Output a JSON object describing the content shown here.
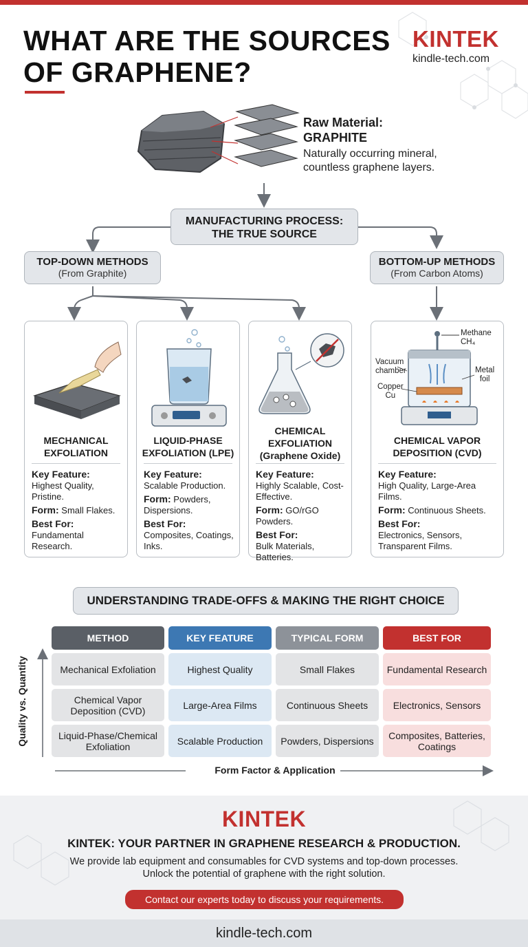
{
  "header": {
    "title": "WHAT ARE THE SOURCES OF GRAPHENE?",
    "brand": "KINTEK",
    "brand_url": "kindle-tech.com"
  },
  "raw_material": {
    "title_line1": "Raw Material:",
    "title_line2": "GRAPHITE",
    "desc": "Naturally occurring mineral, countless graphene layers."
  },
  "process": {
    "line1": "MANUFACTURING PROCESS:",
    "line2": "THE TRUE SOURCE"
  },
  "top_down": {
    "title": "TOP-DOWN METHODS",
    "sub": "(From Graphite)"
  },
  "bottom_up": {
    "title": "BOTTOM-UP METHODS",
    "sub": "(From Carbon Atoms)"
  },
  "methods": [
    {
      "title_l1": "MECHANICAL",
      "title_l2": "EXFOLIATION",
      "title_l3": "",
      "key_label": "Key Feature:",
      "key": "Highest Quality, Pristine.",
      "form_label": "Form:",
      "form": "Small Flakes.",
      "best_label": "Best For:",
      "best": "Fundamental Research."
    },
    {
      "title_l1": "LIQUID-PHASE",
      "title_l2": "EXFOLIATION (LPE)",
      "title_l3": "",
      "key_label": "Key Feature:",
      "key": "Scalable Production.",
      "form_label": "Form:",
      "form": "Powders, Dispersions.",
      "best_label": "Best For:",
      "best": "Composites, Coatings, Inks."
    },
    {
      "title_l1": "CHEMICAL",
      "title_l2": "EXFOLIATION",
      "title_l3": "(Graphene Oxide)",
      "key_label": "Key Feature:",
      "key": "Highly Scalable, Cost-Effective.",
      "form_label": "Form:",
      "form": "GO/rGO Powders.",
      "best_label": "Best For:",
      "best": "Bulk Materials, Batteries."
    },
    {
      "title_l1": "CHEMICAL VAPOR",
      "title_l2": "DEPOSITION (CVD)",
      "title_l3": "",
      "key_label": "Key Feature:",
      "key": "High Quality, Large-Area Films.",
      "form_label": "Form:",
      "form": "Continuous Sheets.",
      "best_label": "Best For:",
      "best": "Electronics, Sensors, Transparent Films."
    }
  ],
  "cvd_labels": {
    "methane": "Methane",
    "ch4": "CH₄",
    "vacuum": "Vacuum",
    "chamber": "chamber",
    "metal": "Metal",
    "foil": "foil",
    "copper": "Copper",
    "cu": "Cu"
  },
  "tradeoffs": {
    "title": "UNDERSTANDING TRADE-OFFS & MAKING THE RIGHT CHOICE",
    "headers": [
      "METHOD",
      "KEY FEATURE",
      "TYPICAL FORM",
      "BEST FOR"
    ],
    "header_colors": [
      "#5a5f66",
      "#3d78b3",
      "#8d9299",
      "#c2312f"
    ],
    "rows": [
      [
        "Mechanical Exfoliation",
        "Highest Quality",
        "Small Flakes",
        "Fundamental Research"
      ],
      [
        "Chemical Vapor Deposition (CVD)",
        "Large-Area Films",
        "Continuous Sheets",
        "Electronics, Sensors"
      ],
      [
        "Liquid-Phase/Chemical Exfoliation",
        "Scalable Production",
        "Powders, Dispersions",
        "Composites, Batteries, Coatings"
      ]
    ],
    "y_axis": "Quality vs. Quantity",
    "x_axis": "Form Factor & Application"
  },
  "footer": {
    "brand": "KINTEK",
    "tagline": "KINTEK: YOUR PARTNER IN GRAPHENE RESEARCH & PRODUCTION.",
    "line1": "We provide lab equipment and consumables for CVD systems and top-down processes.",
    "line2": "Unlock the potential of graphene with the right solution.",
    "cta": "Contact our experts today to discuss your requirements.",
    "url": "kindle-tech.com"
  },
  "colors": {
    "accent": "#c2312f",
    "panel": "#e3e6ea",
    "blue": "#3d78b3"
  }
}
